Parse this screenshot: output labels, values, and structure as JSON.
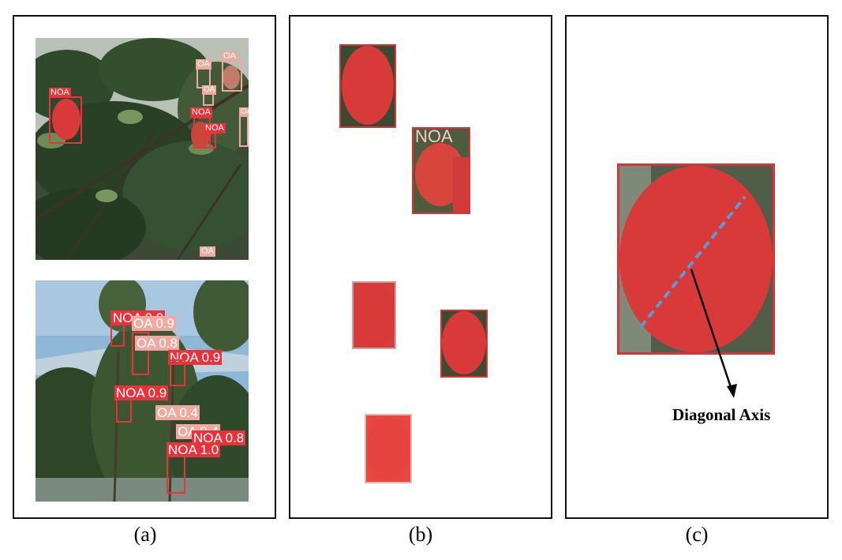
{
  "figure": {
    "captions": {
      "a": "(a)",
      "b": "(b)",
      "c": "(c)"
    },
    "panel_c": {
      "annotation": "Diagonal Axis"
    }
  },
  "labels": {
    "noa": "NOA",
    "oa": "OA",
    "noa_09": "NOA 0.9",
    "oa_09": "OA 0.9",
    "oa_08": "OA 0.8",
    "oa_04": "OA 0.4",
    "noa_08": "NOA 0.8",
    "noa_10": "NOA 1.0",
    "noa_09b": "NOA 0.9",
    "noa_09c": "NOA 0.9"
  },
  "colors": {
    "noa_box": "#e8333c",
    "oa_box": "#f0a9a1",
    "apple": "#d83a3a",
    "axis_line": "#5b9bd5",
    "frame": "#111111"
  }
}
